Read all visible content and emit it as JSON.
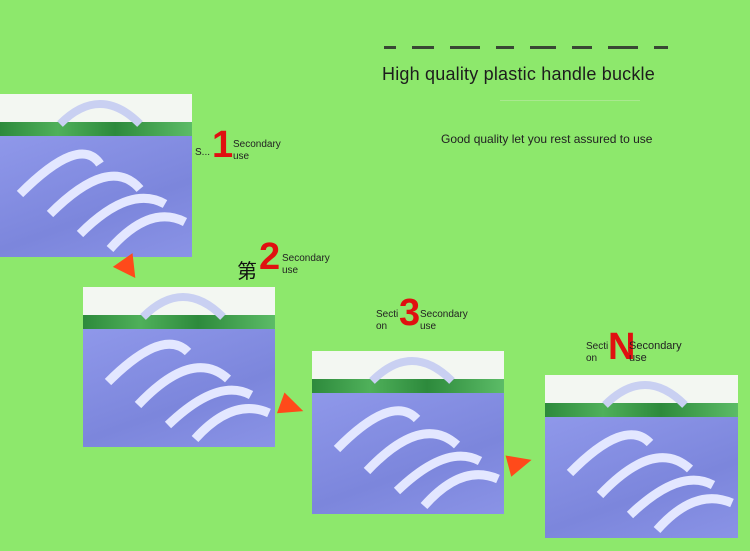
{
  "header": {
    "title": "High quality plastic handle buckle",
    "subtitle": "Good quality let you rest assured to use"
  },
  "steps": [
    {
      "prefix": "S...",
      "number": "1",
      "label_line1": "Secondary",
      "label_line2": "use"
    },
    {
      "prefix": "第",
      "number": "2",
      "label_line1": "Secondary",
      "label_line2": "use"
    },
    {
      "prefix_line1": "Secti",
      "prefix_line2": "on",
      "number": "3",
      "label_line1": "Secondary",
      "label_line2": "use"
    },
    {
      "prefix_line1": "Secti",
      "prefix_line2": "on",
      "number": "N",
      "label_line1": "Secondary",
      "label_line2": "use"
    }
  ],
  "colors": {
    "background": "#8de86c",
    "accent_number": "#e01010",
    "arrow": "#ff4a1a",
    "tray": "#8a93e6"
  },
  "icons": [
    "arrow-icon"
  ]
}
